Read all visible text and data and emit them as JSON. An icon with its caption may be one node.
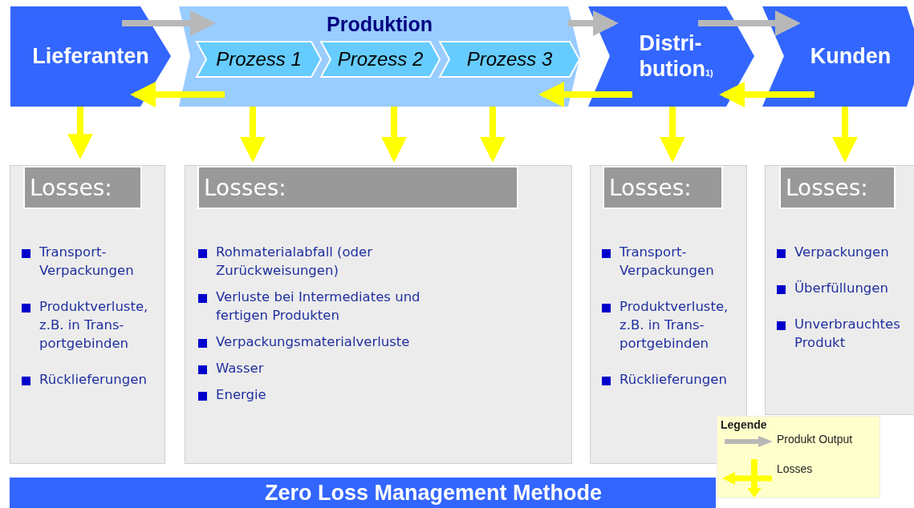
{
  "diagram": {
    "nodes": [
      {
        "text": [
          "Lieferanten"
        ]
      },
      {
        "text": [
          "Produktion"
        ]
      },
      {
        "text": [
          "Prozess 1"
        ],
        "in": 1
      },
      {
        "text": [
          "Prozess 2"
        ],
        "in": 1
      },
      {
        "text": [
          "Prozess 3"
        ],
        "in": 1
      },
      {
        "text": [
          "Distri- bution$_{1)}$"
        ]
      },
      {
        "text": [
          "Kunden"
        ]
      },
      {
        "text": [
          "Losses:",
          "Transport-Verpackungen",
          "Produktverluste, z.B. in Trans- portgebinden",
          "Rücklieferungen"
        ]
      },
      {
        "text": [
          "Losses:",
          "Rohmaterialabfall (oder Zurückweisungen)",
          "Verluste bei Intermediates und fertigen Produkten",
          "Verpackungsmaterialverluste",
          "Wasser",
          "Energie"
        ]
      },
      {
        "text": [
          "Losses:",
          "Transport-Verpackungen",
          "Produktverluste, z.B. in Trans- portgebinden",
          "Rücklieferungen"
        ]
      },
      {
        "text": [
          "Losses:",
          "Verpackungen",
          "Überfüllungen",
          "Unverbrauchtes Produkt"
        ]
      },
      {
        "text": [
          "Zero Loss Management Methode"
        ]
      }
    ],
    "edges": [
      {
        "from": 0,
        "to": 1,
        "arrow": "to",
        "color": "#b8b8b8"
      },
      {
        "from": 1,
        "to": 5,
        "arrow": "to",
        "color": "#b8b8b8"
      },
      {
        "from": 5,
        "to": 6,
        "arrow": "to",
        "color": "#b8b8b8"
      },
      {
        "from": 1,
        "to": 0,
        "arrow": "to"
      },
      {
        "from": 5,
        "to": 1,
        "arrow": "to"
      },
      {
        "from": 6,
        "to": 5,
        "arrow": "to"
      },
      {
        "from": 0,
        "to": 7,
        "arrow": "to"
      },
      {
        "from": 1,
        "to": 8,
        "arrow": "to"
      },
      {
        "from": 1,
        "to": 8,
        "arrow": "to"
      },
      {
        "from": 1,
        "to": 8,
        "arrow": "to"
      },
      {
        "from": 5,
        "to": 9,
        "arrow": "to"
      },
      {
        "from": 6,
        "to": 10,
        "arrow": "to"
      }
    ],
    "labels": [
      "Legende"
    ],
    "legend": [
      {
        "text": "Produkt Output"
      },
      {
        "text": "Losses"
      }
    ]
  }
}
